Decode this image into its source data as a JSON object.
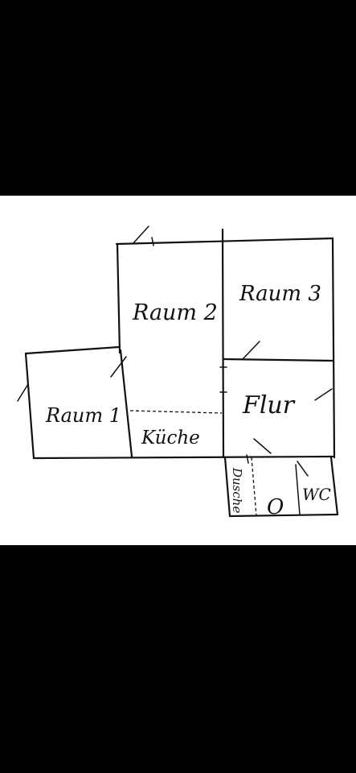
{
  "floorplan": {
    "rooms": {
      "raum1": "Raum 1",
      "raum2": "Raum 2",
      "raum3": "Raum 3",
      "flur": "Flur",
      "kueche": "Küche",
      "dusche": "Dusche",
      "wc": "WC",
      "circle": "O"
    }
  }
}
